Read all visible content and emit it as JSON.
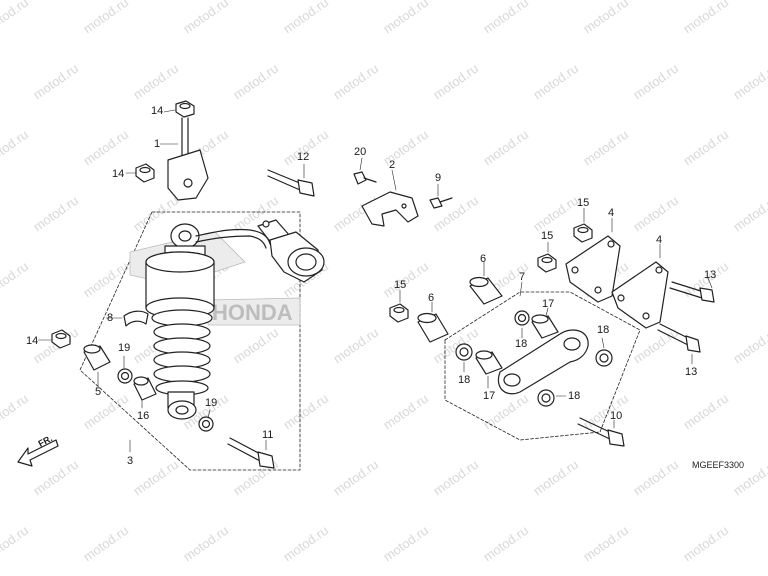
{
  "watermark": "motod.ru",
  "diagram_code": "MGEEF3300",
  "direction_label": "FR.",
  "brand_mark": "HONDA",
  "callouts": {
    "n1": "1",
    "n2": "2",
    "n3": "3",
    "n4a": "4",
    "n4b": "4",
    "n5": "5",
    "n6a": "6",
    "n6b": "6",
    "n7": "7",
    "n8": "8",
    "n9": "9",
    "n10": "10",
    "n11": "11",
    "n12": "12",
    "n13a": "13",
    "n13b": "13",
    "n14a": "14",
    "n14b": "14",
    "n14c": "14",
    "n15a": "15",
    "n15b": "15",
    "n15c": "15",
    "n16": "16",
    "n17a": "17",
    "n17b": "17",
    "n18a": "18",
    "n18b": "18",
    "n18c": "18",
    "n18d": "18",
    "n19a": "19",
    "n19b": "19",
    "n20": "20"
  }
}
